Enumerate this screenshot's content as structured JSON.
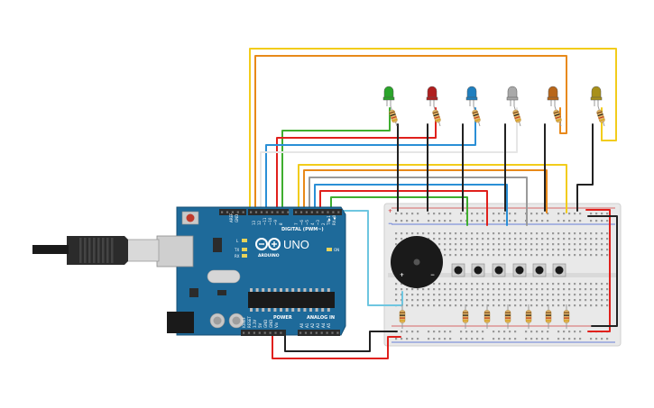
{
  "board": {
    "aref": "AREF",
    "gnd": "GND",
    "digital_label": "DIGITAL (PWM~)",
    "digital_pins": [
      "13",
      "12",
      "~11",
      "~10",
      "~9",
      "8",
      "7",
      "~6",
      "~5",
      "4",
      "~3",
      "2",
      "TX▶1",
      "RX◀0"
    ],
    "uno": "UNO",
    "arduino": "ARDUINO",
    "on": "ON",
    "tx": "TX",
    "rx": "RX",
    "l": "L",
    "power_label": "POWER",
    "analog_label": "ANALOG IN",
    "power_pins": [
      "IOREF",
      "RESET",
      "3.3V",
      "5V",
      "GND",
      "GND",
      "Vin"
    ],
    "analog_pins": [
      "A0",
      "A1",
      "A2",
      "A3",
      "A4",
      "A5"
    ]
  },
  "breadboard": {
    "plus": "+",
    "minus": "−",
    "buzzer_plus": "+",
    "buzzer_minus": "−"
  },
  "leds": [
    {
      "color": "#2aa52a",
      "name": "green"
    },
    {
      "color": "#b01e1e",
      "name": "red"
    },
    {
      "color": "#1f7fbf",
      "name": "blue"
    },
    {
      "color": "#a9a9a9",
      "name": "white"
    },
    {
      "color": "#b8661a",
      "name": "orange"
    },
    {
      "color": "#a8901a",
      "name": "yellow"
    }
  ],
  "colors": {
    "board_blue": "#1e6a9a",
    "wire_red": "#e0201c",
    "wire_black": "#222222",
    "wire_yellow": "#f2cc1b",
    "wire_orange": "#e8891a",
    "wire_green": "#3fae2f",
    "wire_blue": "#2a8fd6",
    "wire_white": "#e6e6e6",
    "wire_gray": "#9a9a9a",
    "wire_cyan": "#6ec6e0"
  }
}
